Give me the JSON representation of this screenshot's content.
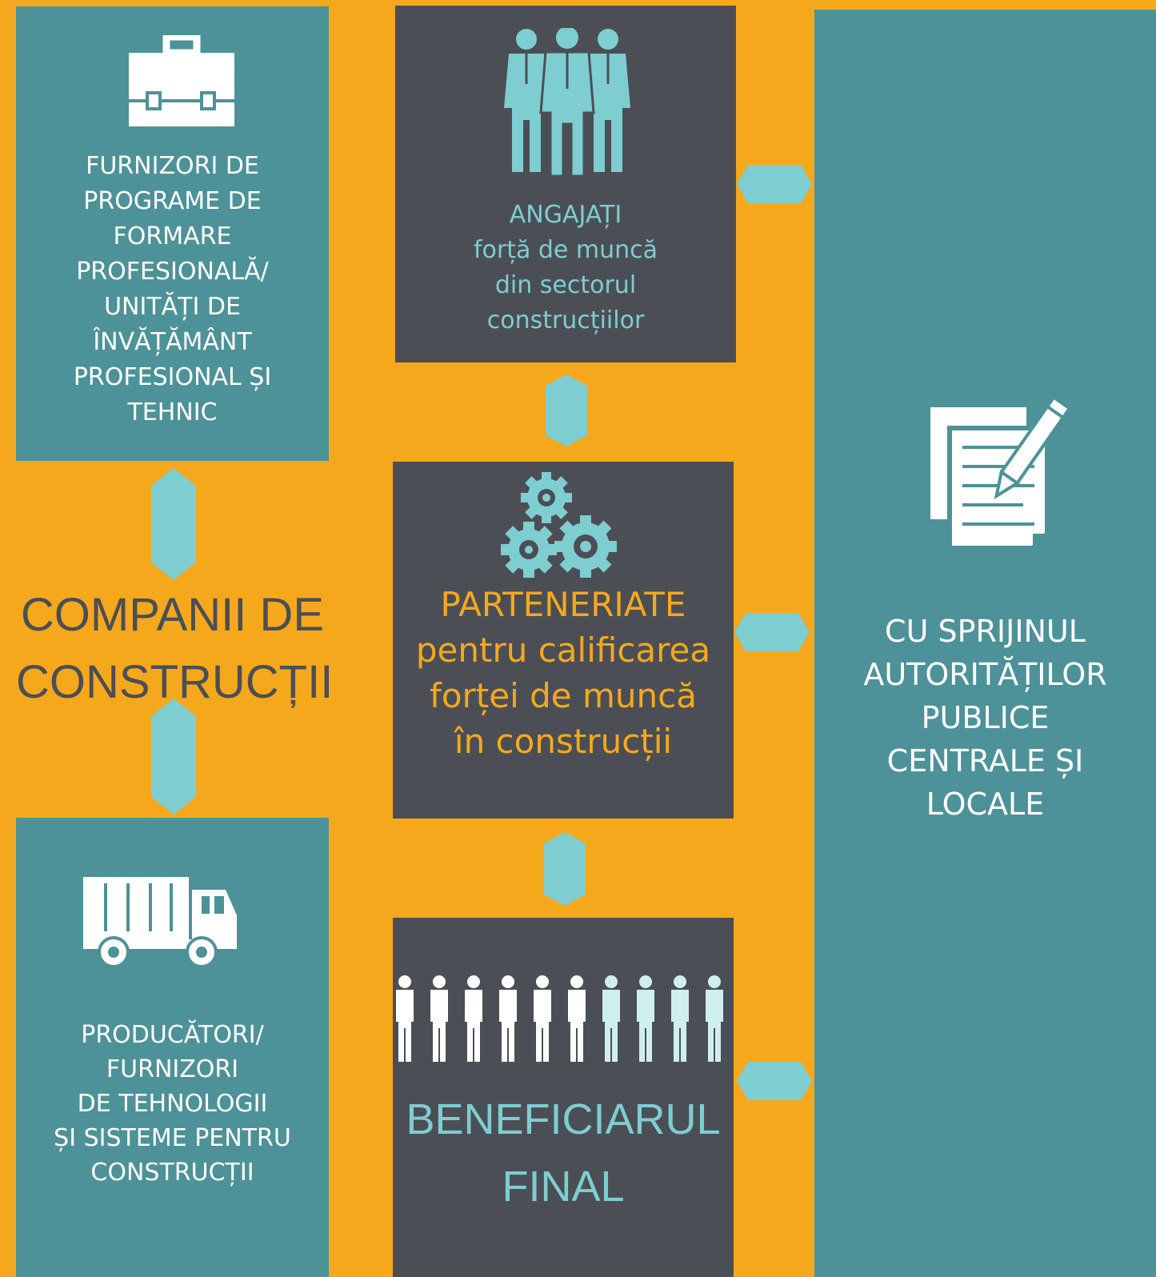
{
  "colors": {
    "background": "#f6a81c",
    "teal_box": "#4d9298",
    "dark_box": "#4b4f55",
    "connector": "#7ecdd1",
    "light_teal_text": "#7ecdd1",
    "orange_text": "#f6a81c",
    "dark_text": "#4b4f55",
    "white": "#ffffff"
  },
  "training_providers": {
    "icon": "briefcase-icon",
    "text": "FURNIZORI DE\nPROGRAME DE\nFORMARE\nPROFESIONALĂ/\nUNITĂȚI DE\nÎNVĂȚĂMÂNT\nPROFESIONAL ȘI\nTEHNIC"
  },
  "construction_companies": {
    "text": "COMPANII DE\nCONSTRUCȚII"
  },
  "technology_providers": {
    "icon": "truck-icon",
    "text": "PRODUCĂTORI/\nFURNIZORI\nDE TEHNOLOGII\nȘI SISTEME PENTRU\nCONSTRUCȚII"
  },
  "employees": {
    "icon": "business-people-icon",
    "text": "ANGAJAȚI\nforță de muncă\ndin sectorul\nconstrucțiilor"
  },
  "partnerships": {
    "icon": "gears-icon",
    "text": "PARTENERIATE\npentru calificarea\nforței de muncă\nîn construcții"
  },
  "final_beneficiary": {
    "icon": "people-group-icon",
    "text": "BENEFICIARUL\nFINAL"
  },
  "public_authorities": {
    "icon": "document-pen-icon",
    "text": "CU SPRIJINUL\nAUTORITĂȚILOR\nPUBLICE\nCENTRALE ȘI\nLOCALE"
  }
}
